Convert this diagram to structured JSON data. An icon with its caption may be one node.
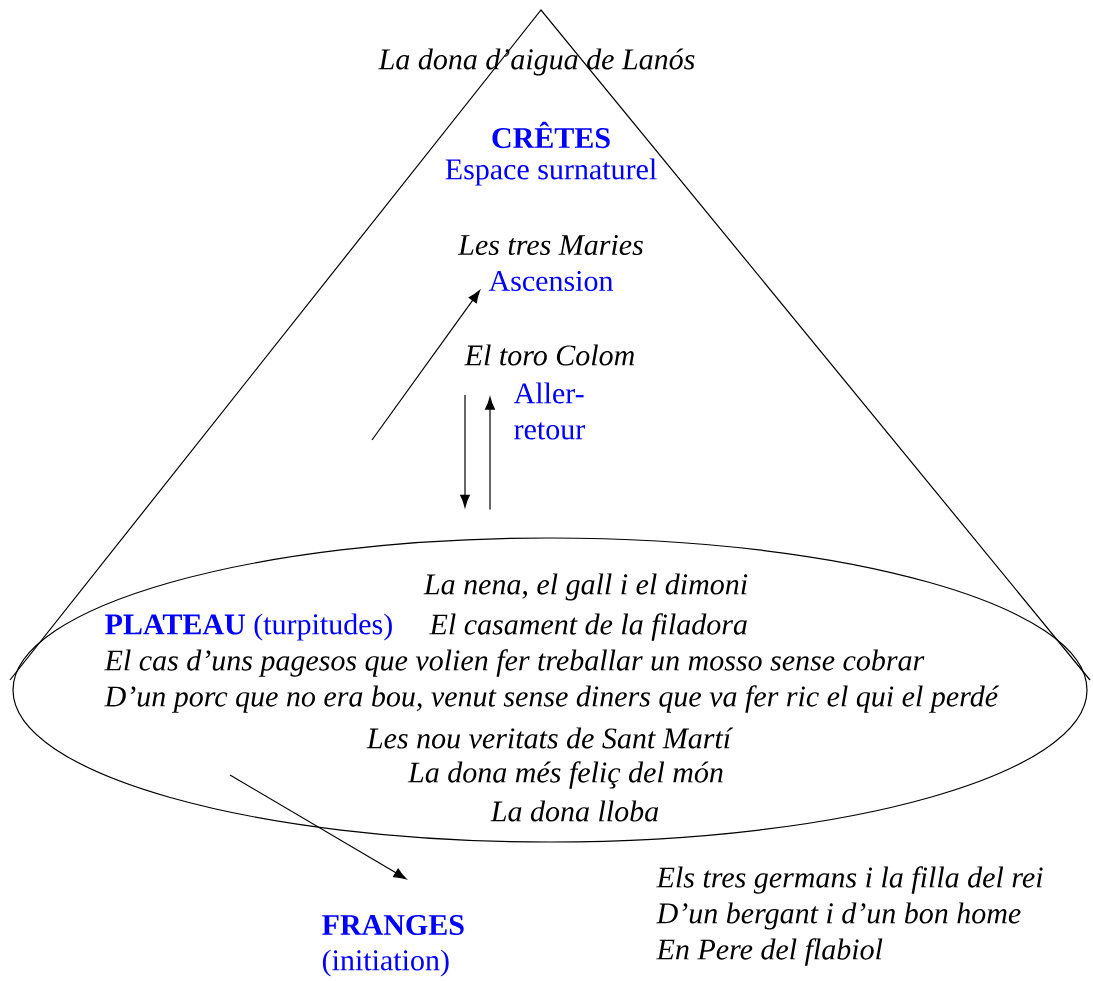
{
  "diagram": {
    "nodes": [
      {
        "text": [
          "La dona d’aigua de Lanós",
          "CRÊTES",
          "Espace surnaturel"
        ]
      },
      {
        "text": [
          "Les tres Maries",
          "Ascension"
        ],
        "in": 0
      },
      {
        "text": [
          "El toro Colom",
          "Aller- retour"
        ],
        "in": 0
      },
      {
        "text": [
          "La nena, el gall i el dimoni",
          "**PLATEAU** (turpitudes)",
          "El casament de la filadora",
          "El cas d’uns pagesos que volien fer treballar un mosso sense cobrar",
          "D’un porc que no era bou, venut sense diners que va fer ric el qui el perdé",
          "Les nou veritats de Sant Martí",
          "La dona més feliç del món",
          "La dona lloba"
        ]
      },
      {
        "text": [
          "FRANGES",
          "(initiation)"
        ]
      }
    ],
    "edges": [
      {
        "from": null,
        "to": 1,
        "arrow": "to"
      },
      {
        "from": 2,
        "to": 3,
        "arrow": "to"
      },
      {
        "from": 3,
        "to": 2,
        "arrow": "to"
      },
      {
        "from": 3,
        "to": 4,
        "arrow": "to"
      }
    ],
    "labels": [
      "Els tres germans i la filla del rei",
      "D’un bergant i d’un bon home",
      "En Pere del flabiol"
    ]
  }
}
